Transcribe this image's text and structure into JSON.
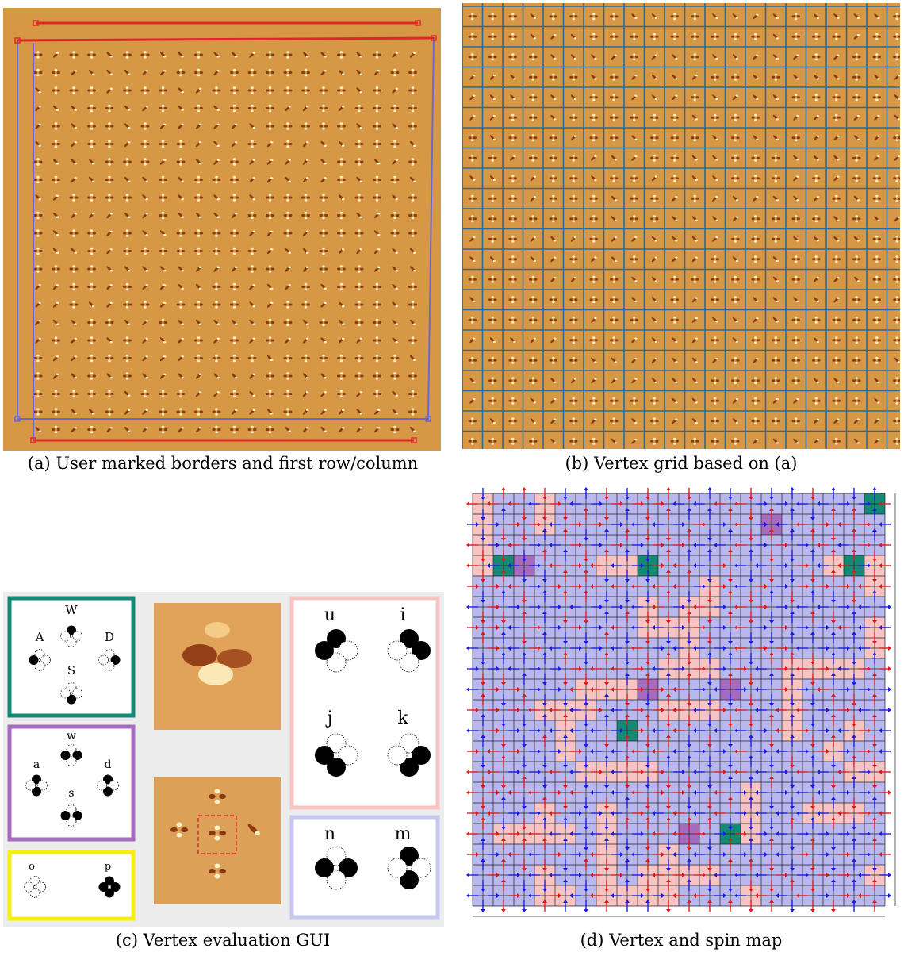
{
  "figure": {
    "captions": {
      "a": "(a) User marked borders and first row/column",
      "b": "(b) Vertex grid based on (a)",
      "c": "(c) Vertex evaluation GUI",
      "d": "(d) Vertex and spin map"
    },
    "gui": {
      "teal_box": {
        "color": "#138a76",
        "labels": [
          "W",
          "A",
          "D",
          "S"
        ]
      },
      "purple_box": {
        "color": "#a66bbf",
        "labels": [
          "w",
          "a",
          "d",
          "s"
        ]
      },
      "yellow_box": {
        "color": "#f5ef12",
        "labels": [
          "o",
          "p"
        ]
      },
      "pink_box": {
        "color": "#f7c3c3",
        "labels": [
          "u",
          "i",
          "j",
          "k"
        ]
      },
      "lavender_box": {
        "color": "#c7c7ef",
        "labels": [
          "n",
          "m"
        ]
      }
    },
    "colors": {
      "afm_background": "#d79845",
      "grid_line": "#2b6a9a",
      "border_red": "#e0262b",
      "border_blue": "#6a66d4",
      "map_pink": "#f7c3c3",
      "map_lavender": "#b8b8ee",
      "map_teal": "#138a76",
      "map_purple": "#a66bbf",
      "arrow_red": "#e01818",
      "arrow_blue": "#1a1ae0"
    }
  }
}
